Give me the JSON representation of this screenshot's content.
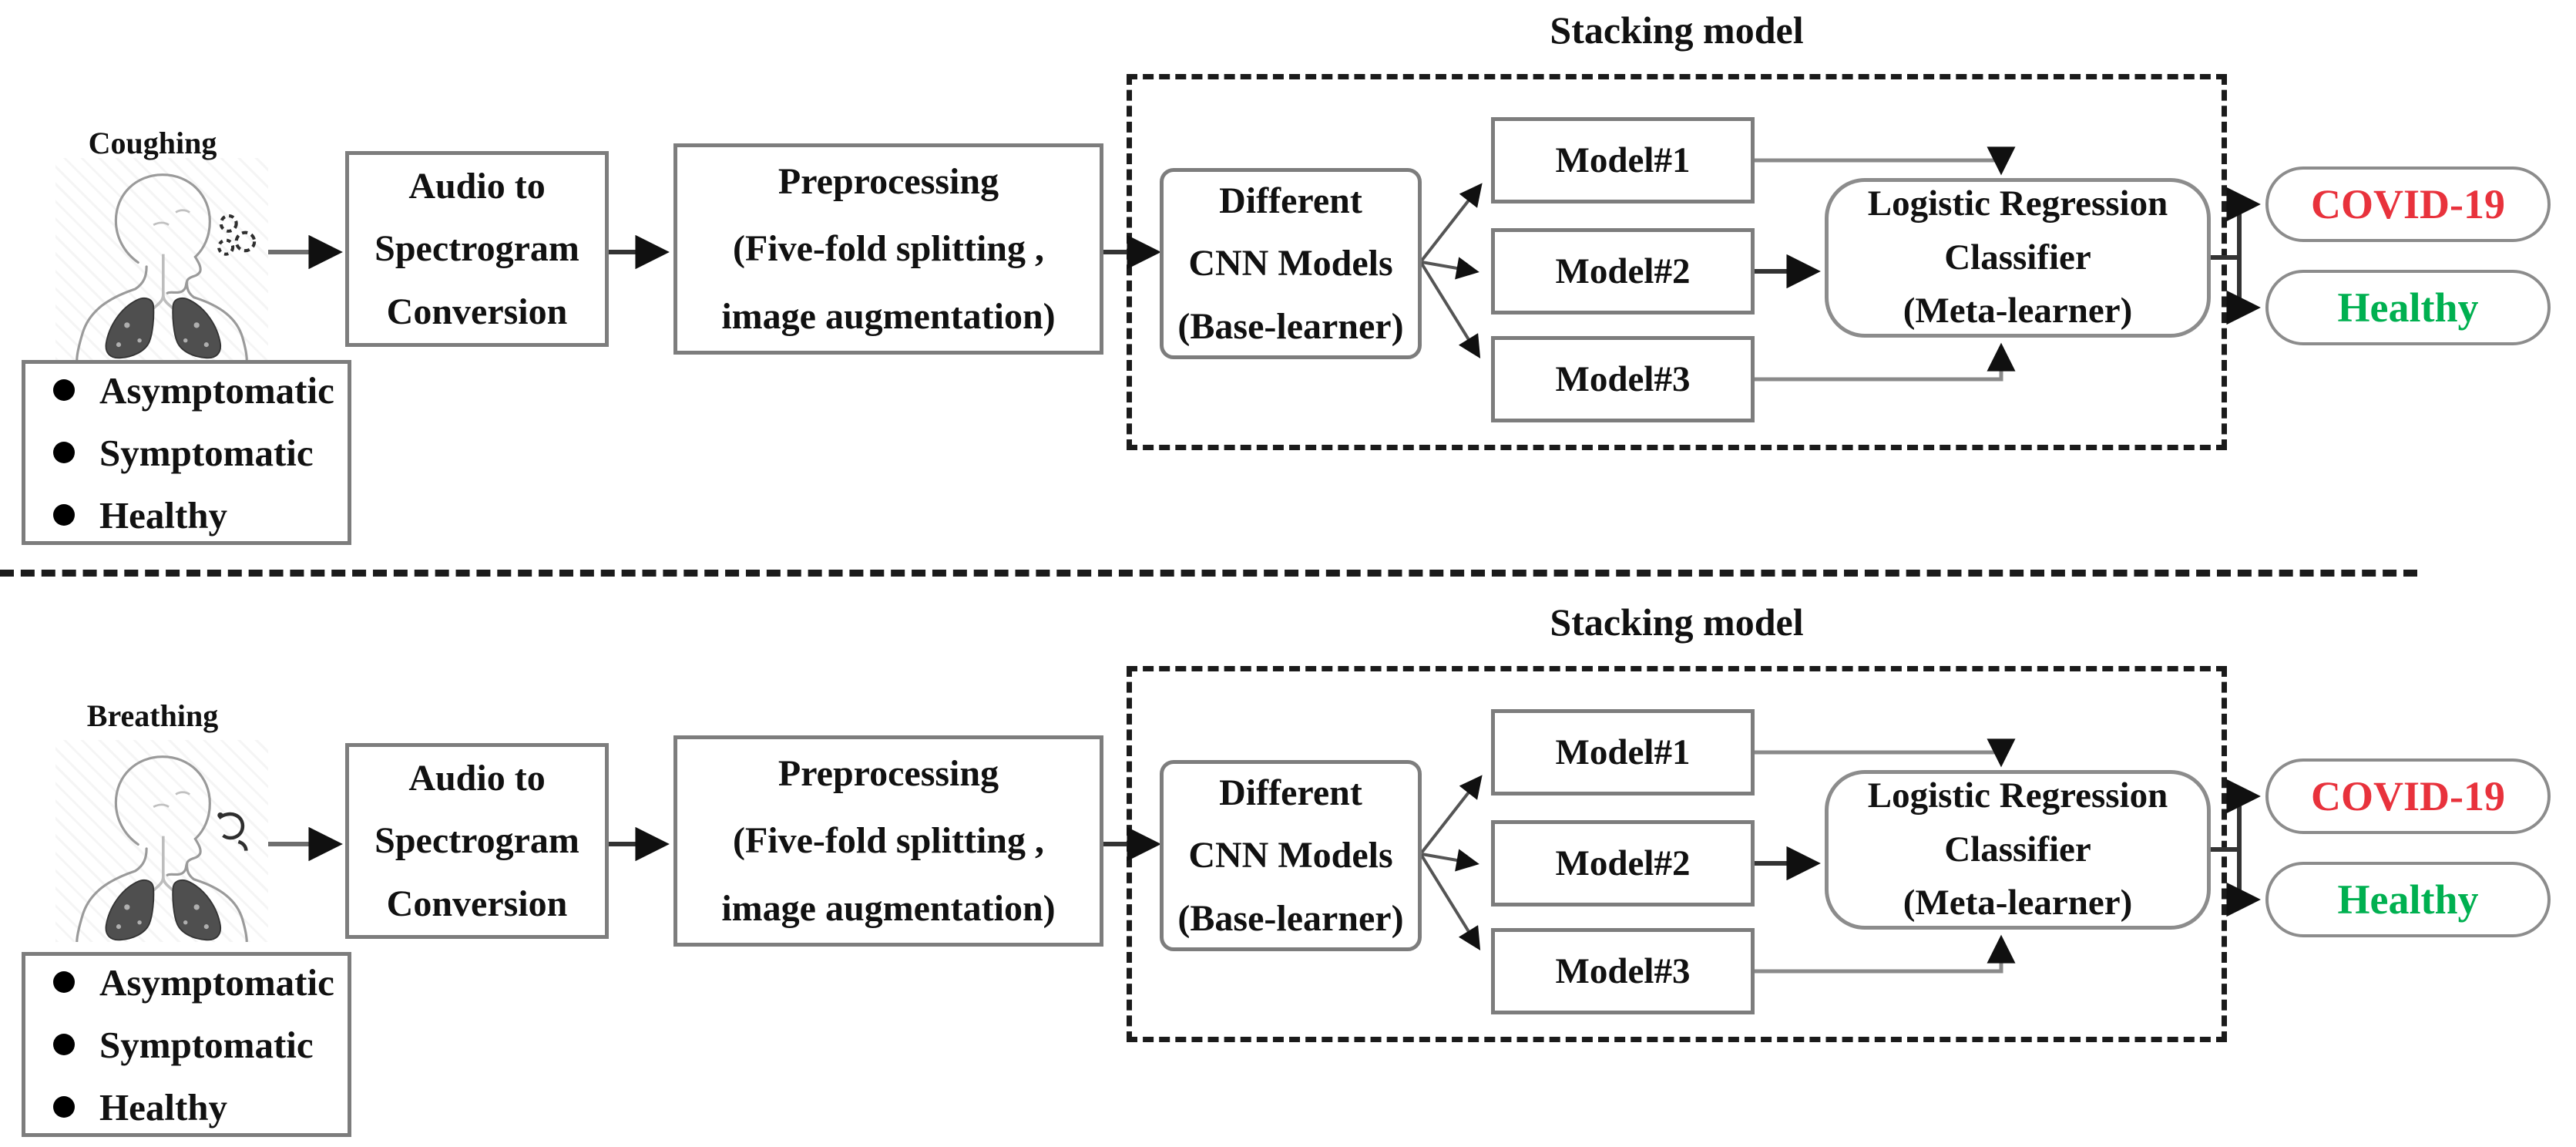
{
  "pipelines": [
    {
      "input_label": "Coughing",
      "categories": [
        "Asymptomatic",
        "Symptomatic",
        "Healthy"
      ],
      "stacking_title": "Stacking model",
      "boxes": {
        "audio": "Audio to\nSpectrogram\nConversion",
        "preprocessing": "Preprocessing\n(Five-fold splitting ,\nimage augmentation)",
        "cnn": "Different\nCNN Models\n(Base-learner)",
        "models": [
          "Model#1",
          "Model#2",
          "Model#3"
        ],
        "meta": "Logistic Regression\nClassifier\n(Meta-learner)"
      },
      "outputs": [
        {
          "label": "COVID-19",
          "color": "#e8323c"
        },
        {
          "label": "Healthy",
          "color": "#00b050"
        }
      ]
    },
    {
      "input_label": "Breathing",
      "categories": [
        "Asymptomatic",
        "Symptomatic",
        "Healthy"
      ],
      "stacking_title": "Stacking model",
      "boxes": {
        "audio": "Audio to\nSpectrogram\nConversion",
        "preprocessing": "Preprocessing\n(Five-fold splitting ,\nimage augmentation)",
        "cnn": "Different\nCNN Models\n(Base-learner)",
        "models": [
          "Model#1",
          "Model#2",
          "Model#3"
        ],
        "meta": "Logistic Regression\nClassifier\n(Meta-learner)"
      },
      "outputs": [
        {
          "label": "COVID-19",
          "color": "#e8323c"
        },
        {
          "label": "Healthy",
          "color": "#00b050"
        }
      ]
    }
  ],
  "colors": {
    "box_border": "#7d7d7d",
    "dashed_border": "#1b1b1b",
    "arrow": "#3c3c3c",
    "covid_red": "#e8323c",
    "healthy_green": "#00b050"
  }
}
